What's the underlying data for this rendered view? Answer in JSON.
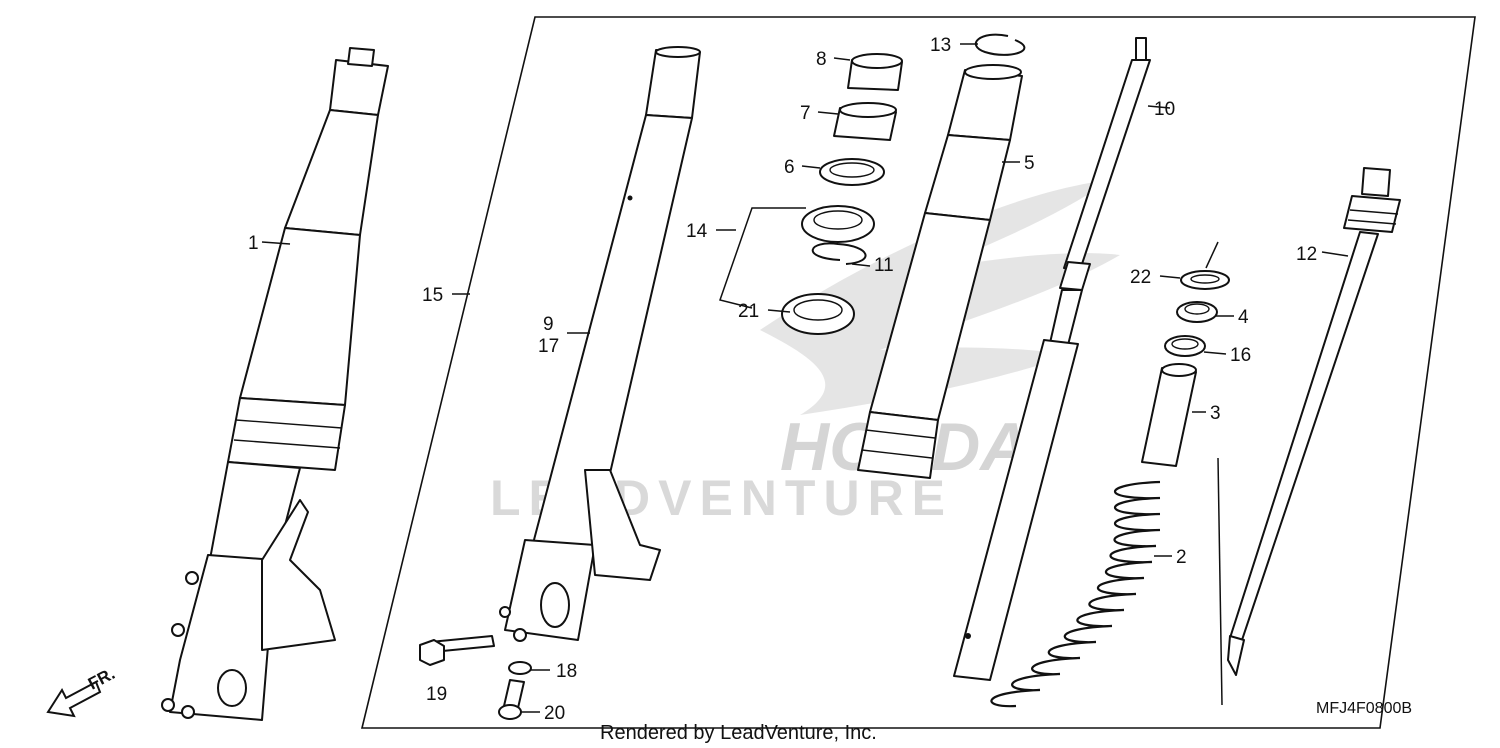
{
  "diagram_code": "MFJ4F0800B",
  "rendered_by": "Rendered by LeadVenture, Inc.",
  "front_indicator": "FR.",
  "watermark": {
    "text": "LEADVENTURE",
    "brand": "HONDA"
  },
  "callouts": {
    "c1": "1",
    "c2": "2",
    "c3": "3",
    "c4": "4",
    "c5": "5",
    "c6": "6",
    "c7": "7",
    "c8": "8",
    "c9": "9",
    "c10": "10",
    "c11": "11",
    "c12": "12",
    "c13": "13",
    "c14": "14",
    "c15": "15",
    "c16": "16",
    "c17": "17",
    "c18": "18",
    "c19": "19",
    "c20": "20",
    "c21": "21",
    "c22": "22"
  },
  "colors": {
    "line": "#111111",
    "watermark": "#cfcfcf",
    "background": "#ffffff"
  }
}
